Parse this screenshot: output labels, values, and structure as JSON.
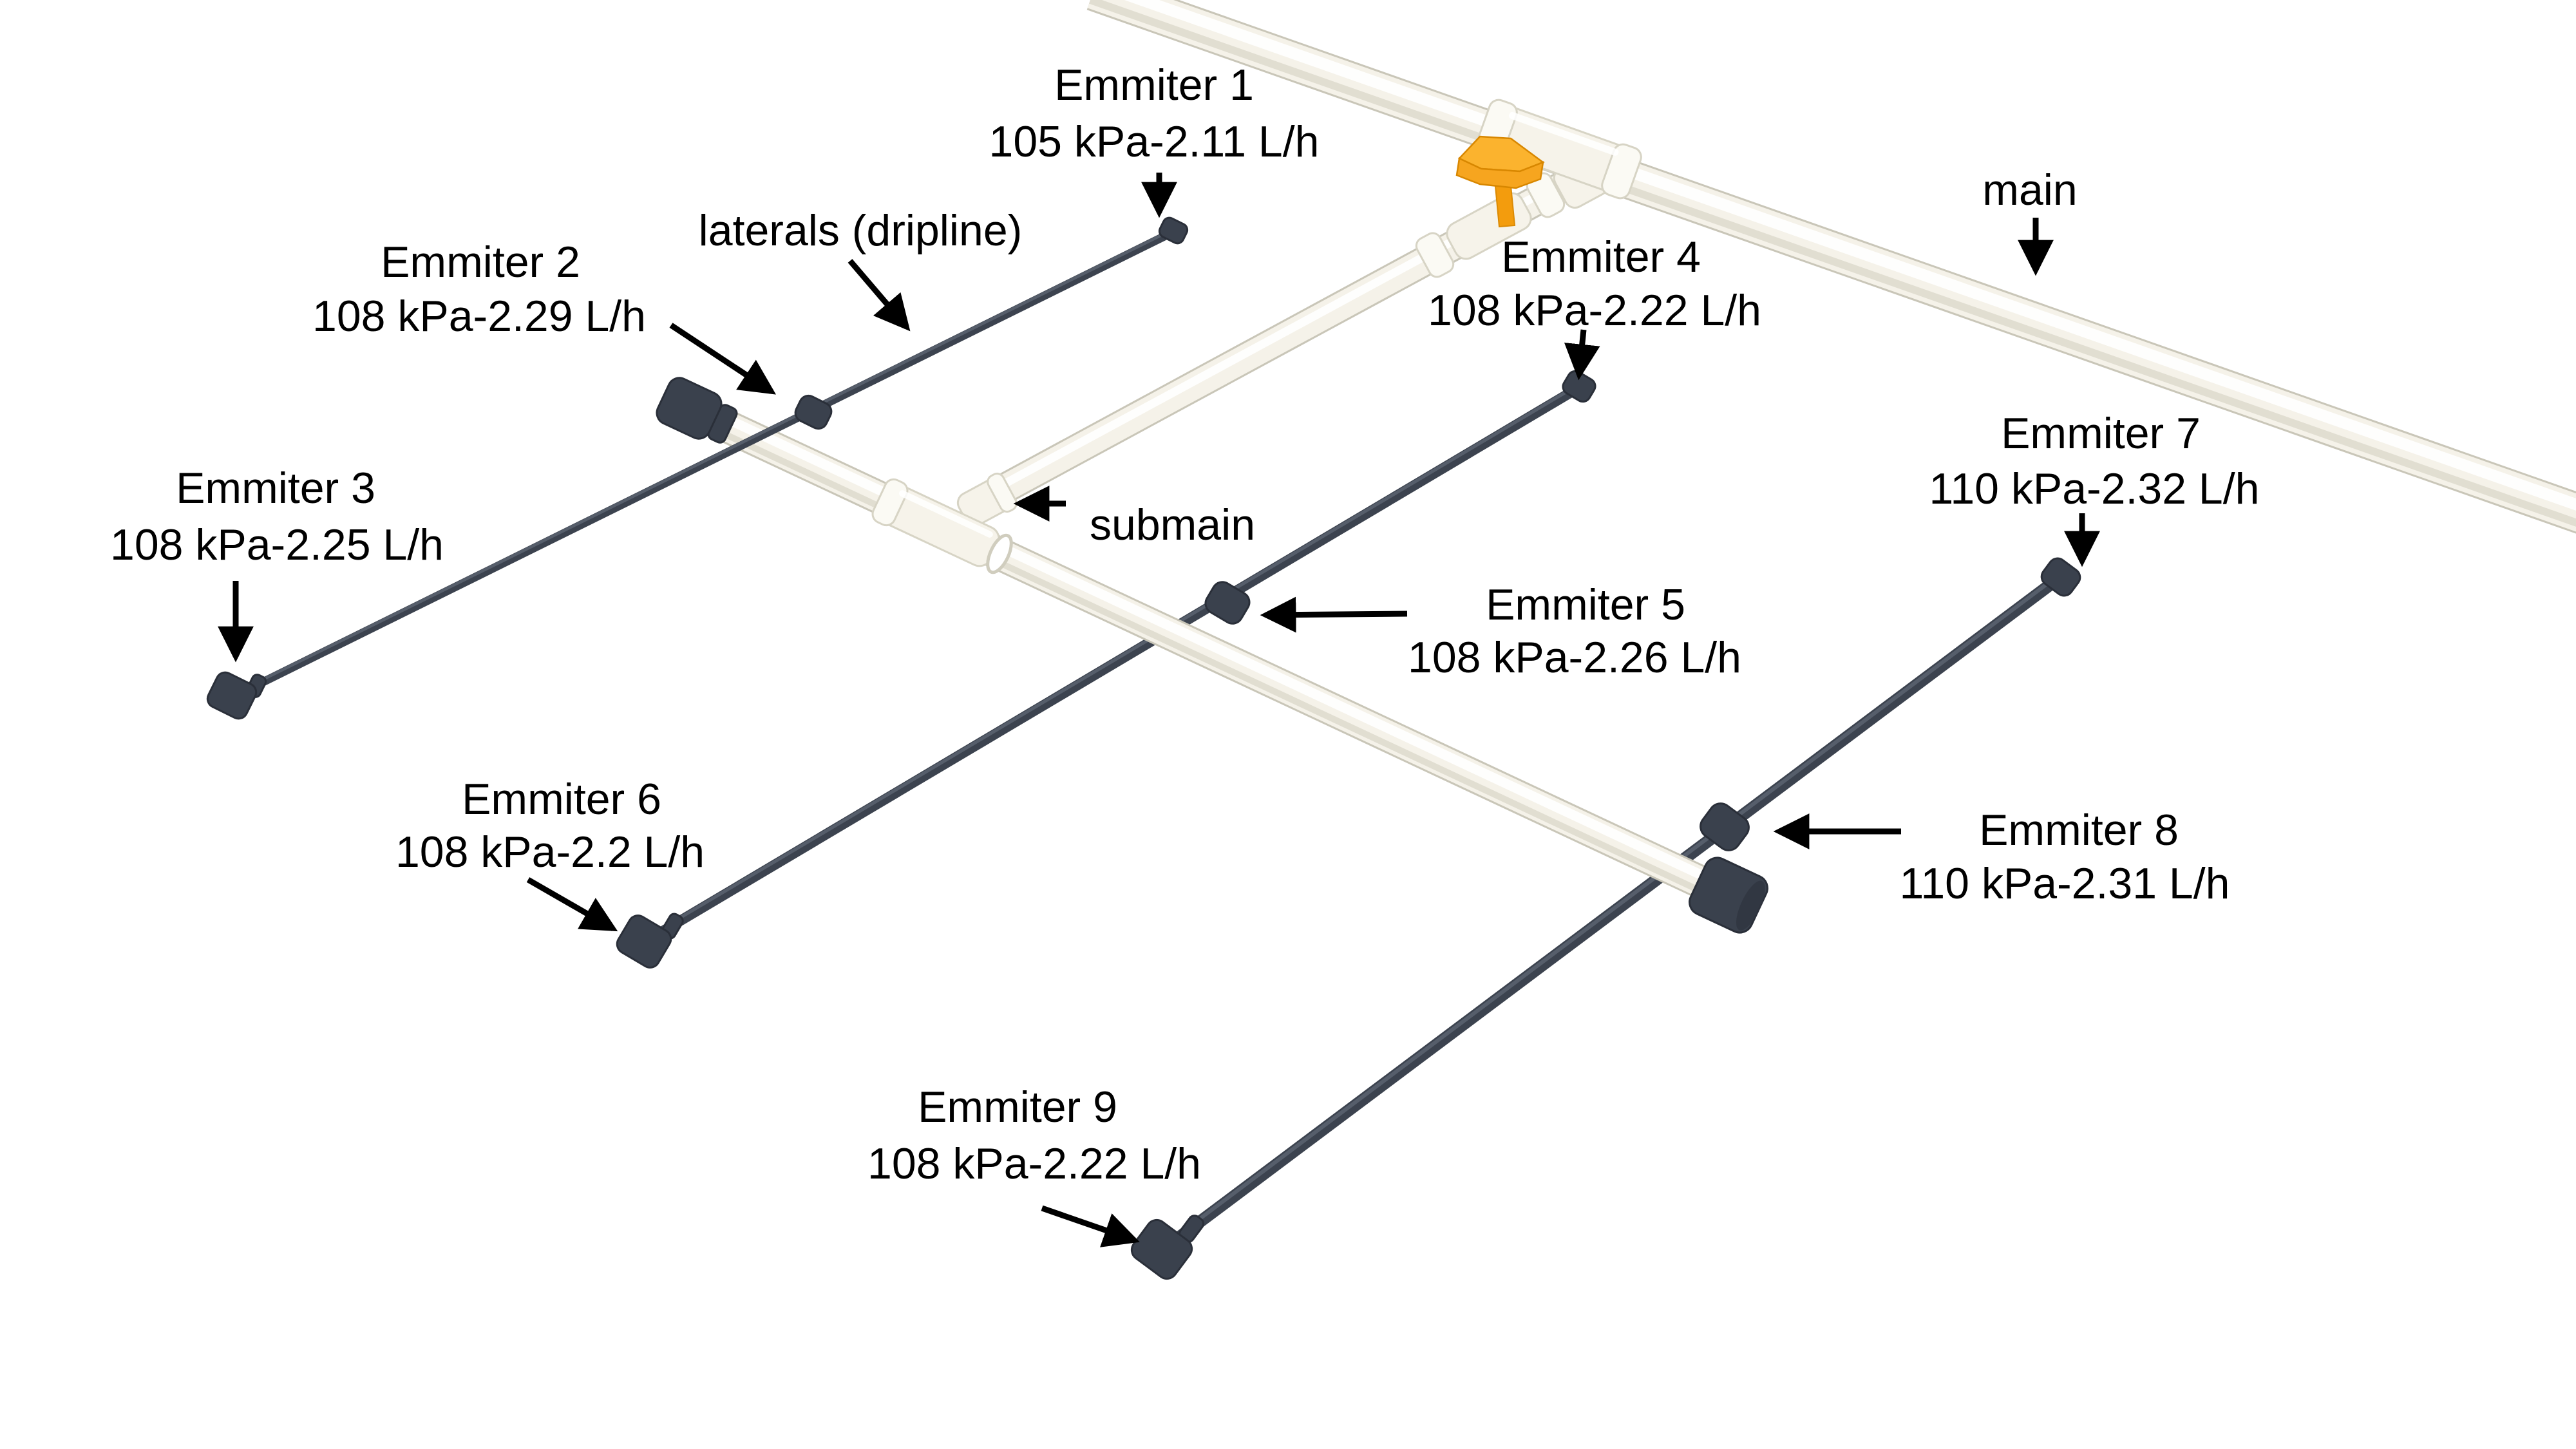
{
  "diagram": {
    "type": "irrigation-system-3d-schematic",
    "background": "#ffffff"
  },
  "labels": {
    "main": "main",
    "submain": "submain",
    "laterals": "laterals (dripline)"
  },
  "emitters": [
    {
      "name": "Emmiter 1",
      "spec": "105 kPa-2.11 L/h"
    },
    {
      "name": "Emmiter 2",
      "spec": "108 kPa-2.29 L/h"
    },
    {
      "name": "Emmiter 3",
      "spec": "108 kPa-2.25 L/h"
    },
    {
      "name": "Emmiter 4",
      "spec": "108 kPa-2.22 L/h"
    },
    {
      "name": "Emmiter 5",
      "spec": "108 kPa-2.26 L/h"
    },
    {
      "name": "Emmiter 6",
      "spec": "108 kPa-2.2 L/h"
    },
    {
      "name": "Emmiter 7",
      "spec": "110 kPa-2.32 L/h"
    },
    {
      "name": "Emmiter 8",
      "spec": "110 kPa-2.31 L/h"
    },
    {
      "name": "Emmiter 9",
      "spec": "108 kPa-2.22 L/h"
    }
  ],
  "colors": {
    "pipe_white": "#F5F2E9",
    "pipe_shadow": "#C9C6B8",
    "dripline_dark": "#3C434F",
    "fitting_cap_dark": "#3A414D",
    "valve_orange": "#F6A51F",
    "valve_orange_dark": "#D88700",
    "text": "#000000"
  }
}
